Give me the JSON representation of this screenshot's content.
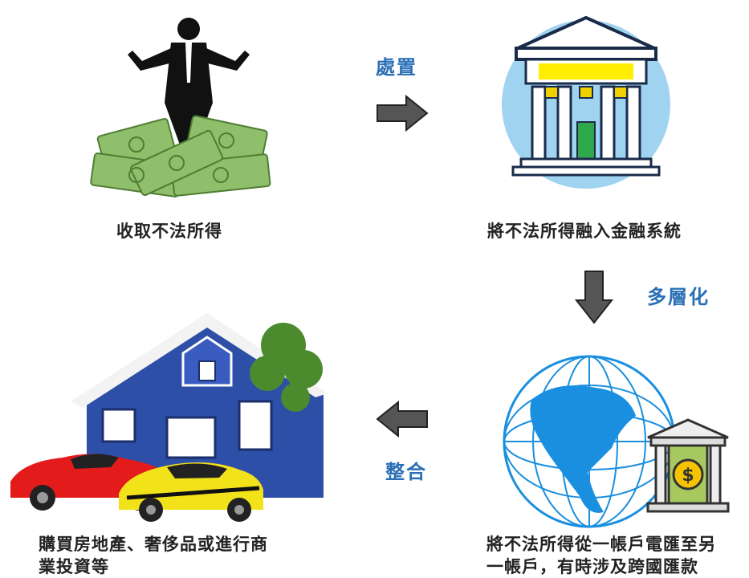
{
  "nodes": {
    "collect": {
      "caption": "收取不法所得",
      "icon": "man-with-cash-icon"
    },
    "place": {
      "caption": "將不法所得融入金融系統",
      "icon": "bank-building-icon"
    },
    "layer": {
      "caption_line1": "將不法所得從一帳戶電匯至另",
      "caption_line2": "一帳戶，有時涉及跨國匯款",
      "icon": "globe-bank-icon"
    },
    "integrate": {
      "caption_line1": "購買房地產、奢侈品或進行商",
      "caption_line2": "業投資等",
      "icon": "house-cars-icon"
    }
  },
  "steps": {
    "placement": {
      "label": "處置",
      "arrow": "right-arrow-icon"
    },
    "layering": {
      "label": "多層化",
      "arrow": "down-arrow-icon"
    },
    "integration": {
      "label": "整合",
      "arrow": "left-arrow-icon"
    }
  },
  "colors": {
    "label": "#2a6fb5",
    "arrow": "#555555",
    "money": "#8fbf6a",
    "bank_circle": "#9fd3f0",
    "globe": "#1a8fe0",
    "house": "#2e4fa8",
    "car_red": "#e31b1b",
    "car_yellow": "#f2e21a"
  }
}
